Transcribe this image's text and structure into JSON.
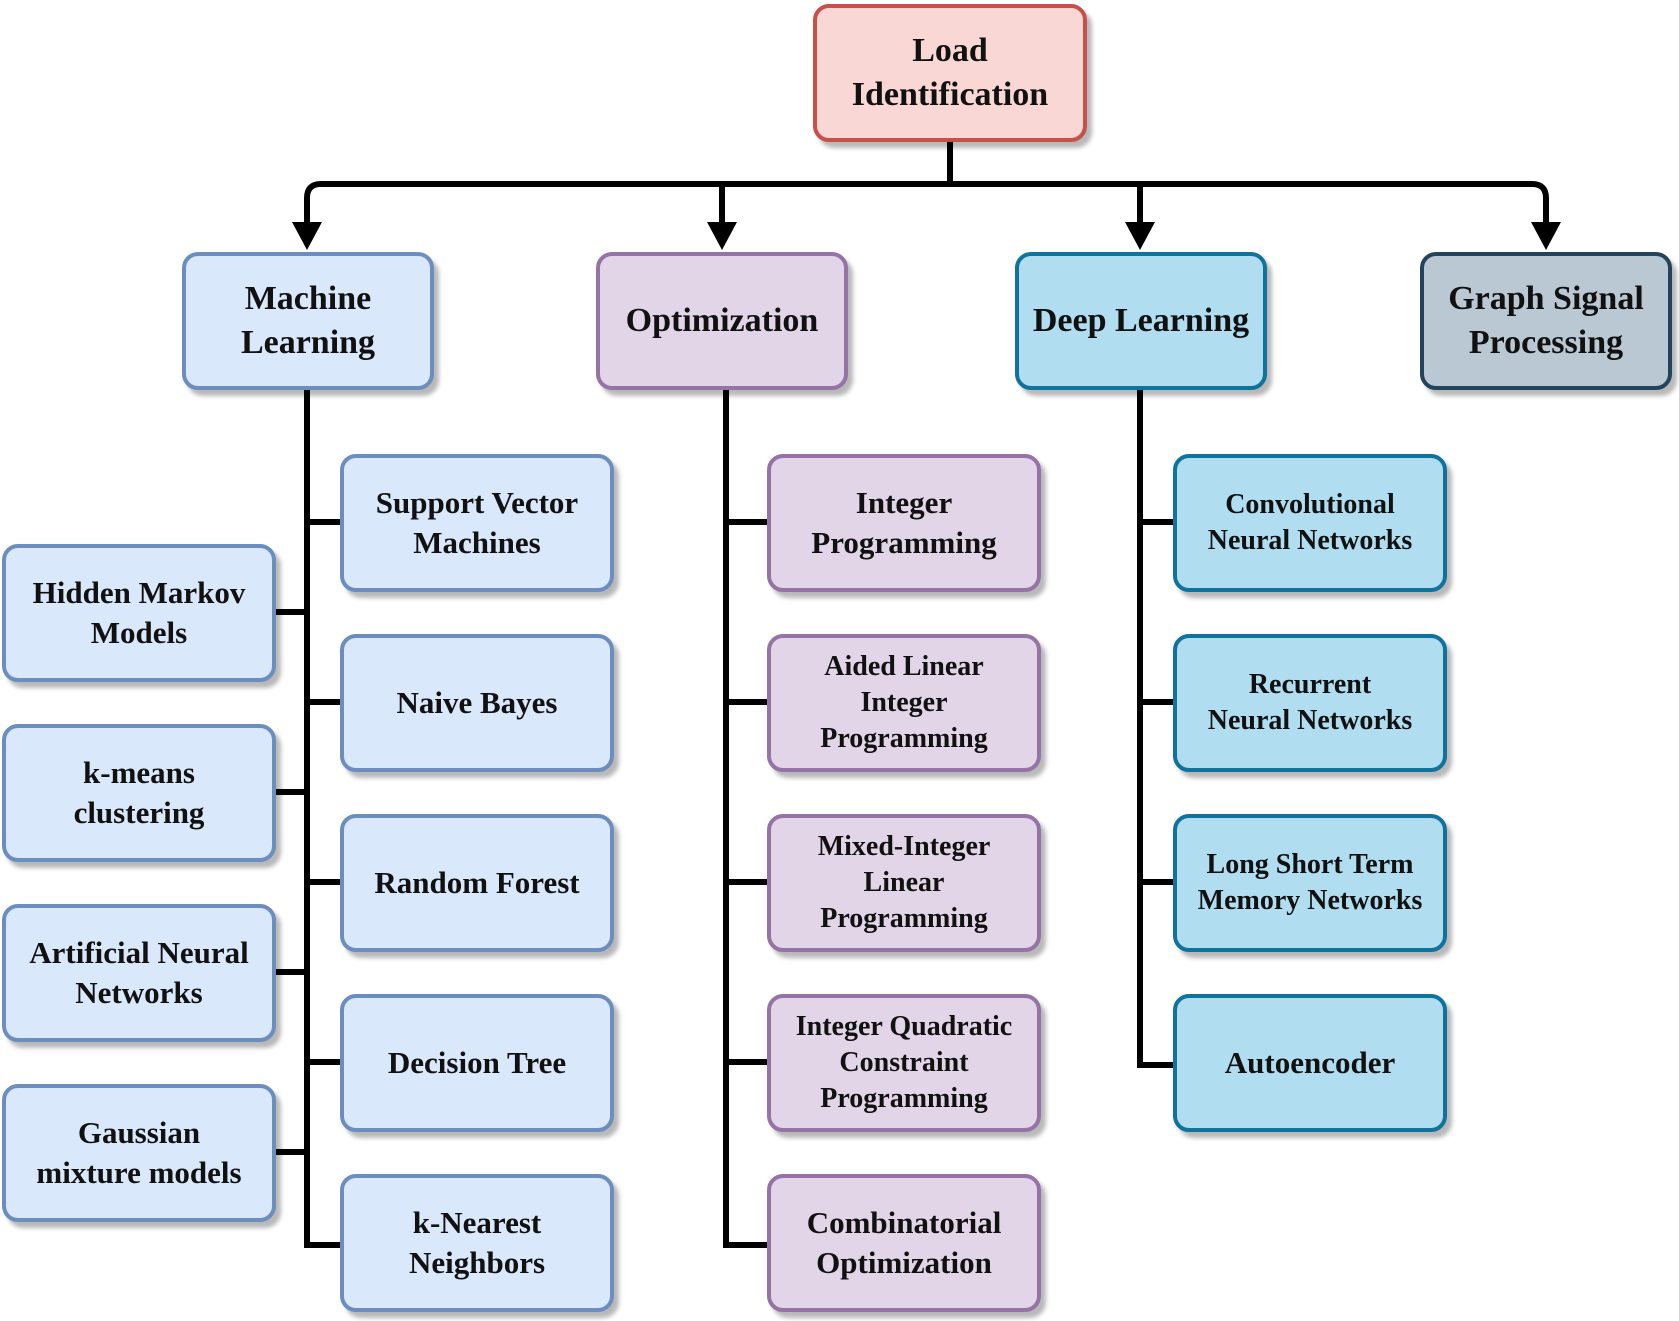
{
  "root": {
    "label": "Load\nIdentification"
  },
  "categories": [
    {
      "label": "Machine\nLearning"
    },
    {
      "label": "Optimization"
    },
    {
      "label": "Deep Learning"
    },
    {
      "label": "Graph Signal\nProcessing"
    }
  ],
  "machine_learning": {
    "right_branch": [
      {
        "label": "Support Vector\nMachines"
      },
      {
        "label": "Naive Bayes"
      },
      {
        "label": "Random Forest"
      },
      {
        "label": "Decision Tree"
      },
      {
        "label": "k-Nearest\nNeighbors"
      }
    ],
    "left_branch": [
      {
        "label": "Hidden Markov\nModels"
      },
      {
        "label": "k-means\nclustering"
      },
      {
        "label": "Artificial Neural\nNetworks"
      },
      {
        "label": "Gaussian\nmixture models"
      }
    ]
  },
  "optimization": {
    "items": [
      {
        "label": "Integer\nProgramming"
      },
      {
        "label": "Aided Linear\nInteger\nProgramming"
      },
      {
        "label": "Mixed-Integer\nLinear\nProgramming"
      },
      {
        "label": "Integer Quadratic\nConstraint\nProgramming"
      },
      {
        "label": "Combinatorial\nOptimization"
      }
    ]
  },
  "deep_learning": {
    "items": [
      {
        "label": "Convolutional\nNeural Networks"
      },
      {
        "label": "Recurrent\nNeural Networks"
      },
      {
        "label": "Long Short Term\nMemory Networks"
      },
      {
        "label": "Autoencoder"
      }
    ]
  },
  "colors": {
    "connector": "#000000",
    "root_fill": "#f9d7d5",
    "root_border": "#c8504a",
    "ml_fill": "#dae8fc",
    "ml_border": "#6c8ebf",
    "opt_fill": "#e1d5e7",
    "opt_border": "#9673a6",
    "dl_fill": "#b1ddf0",
    "dl_border": "#10739e",
    "gsp_fill": "#bac8d3",
    "gsp_border": "#23445d"
  }
}
